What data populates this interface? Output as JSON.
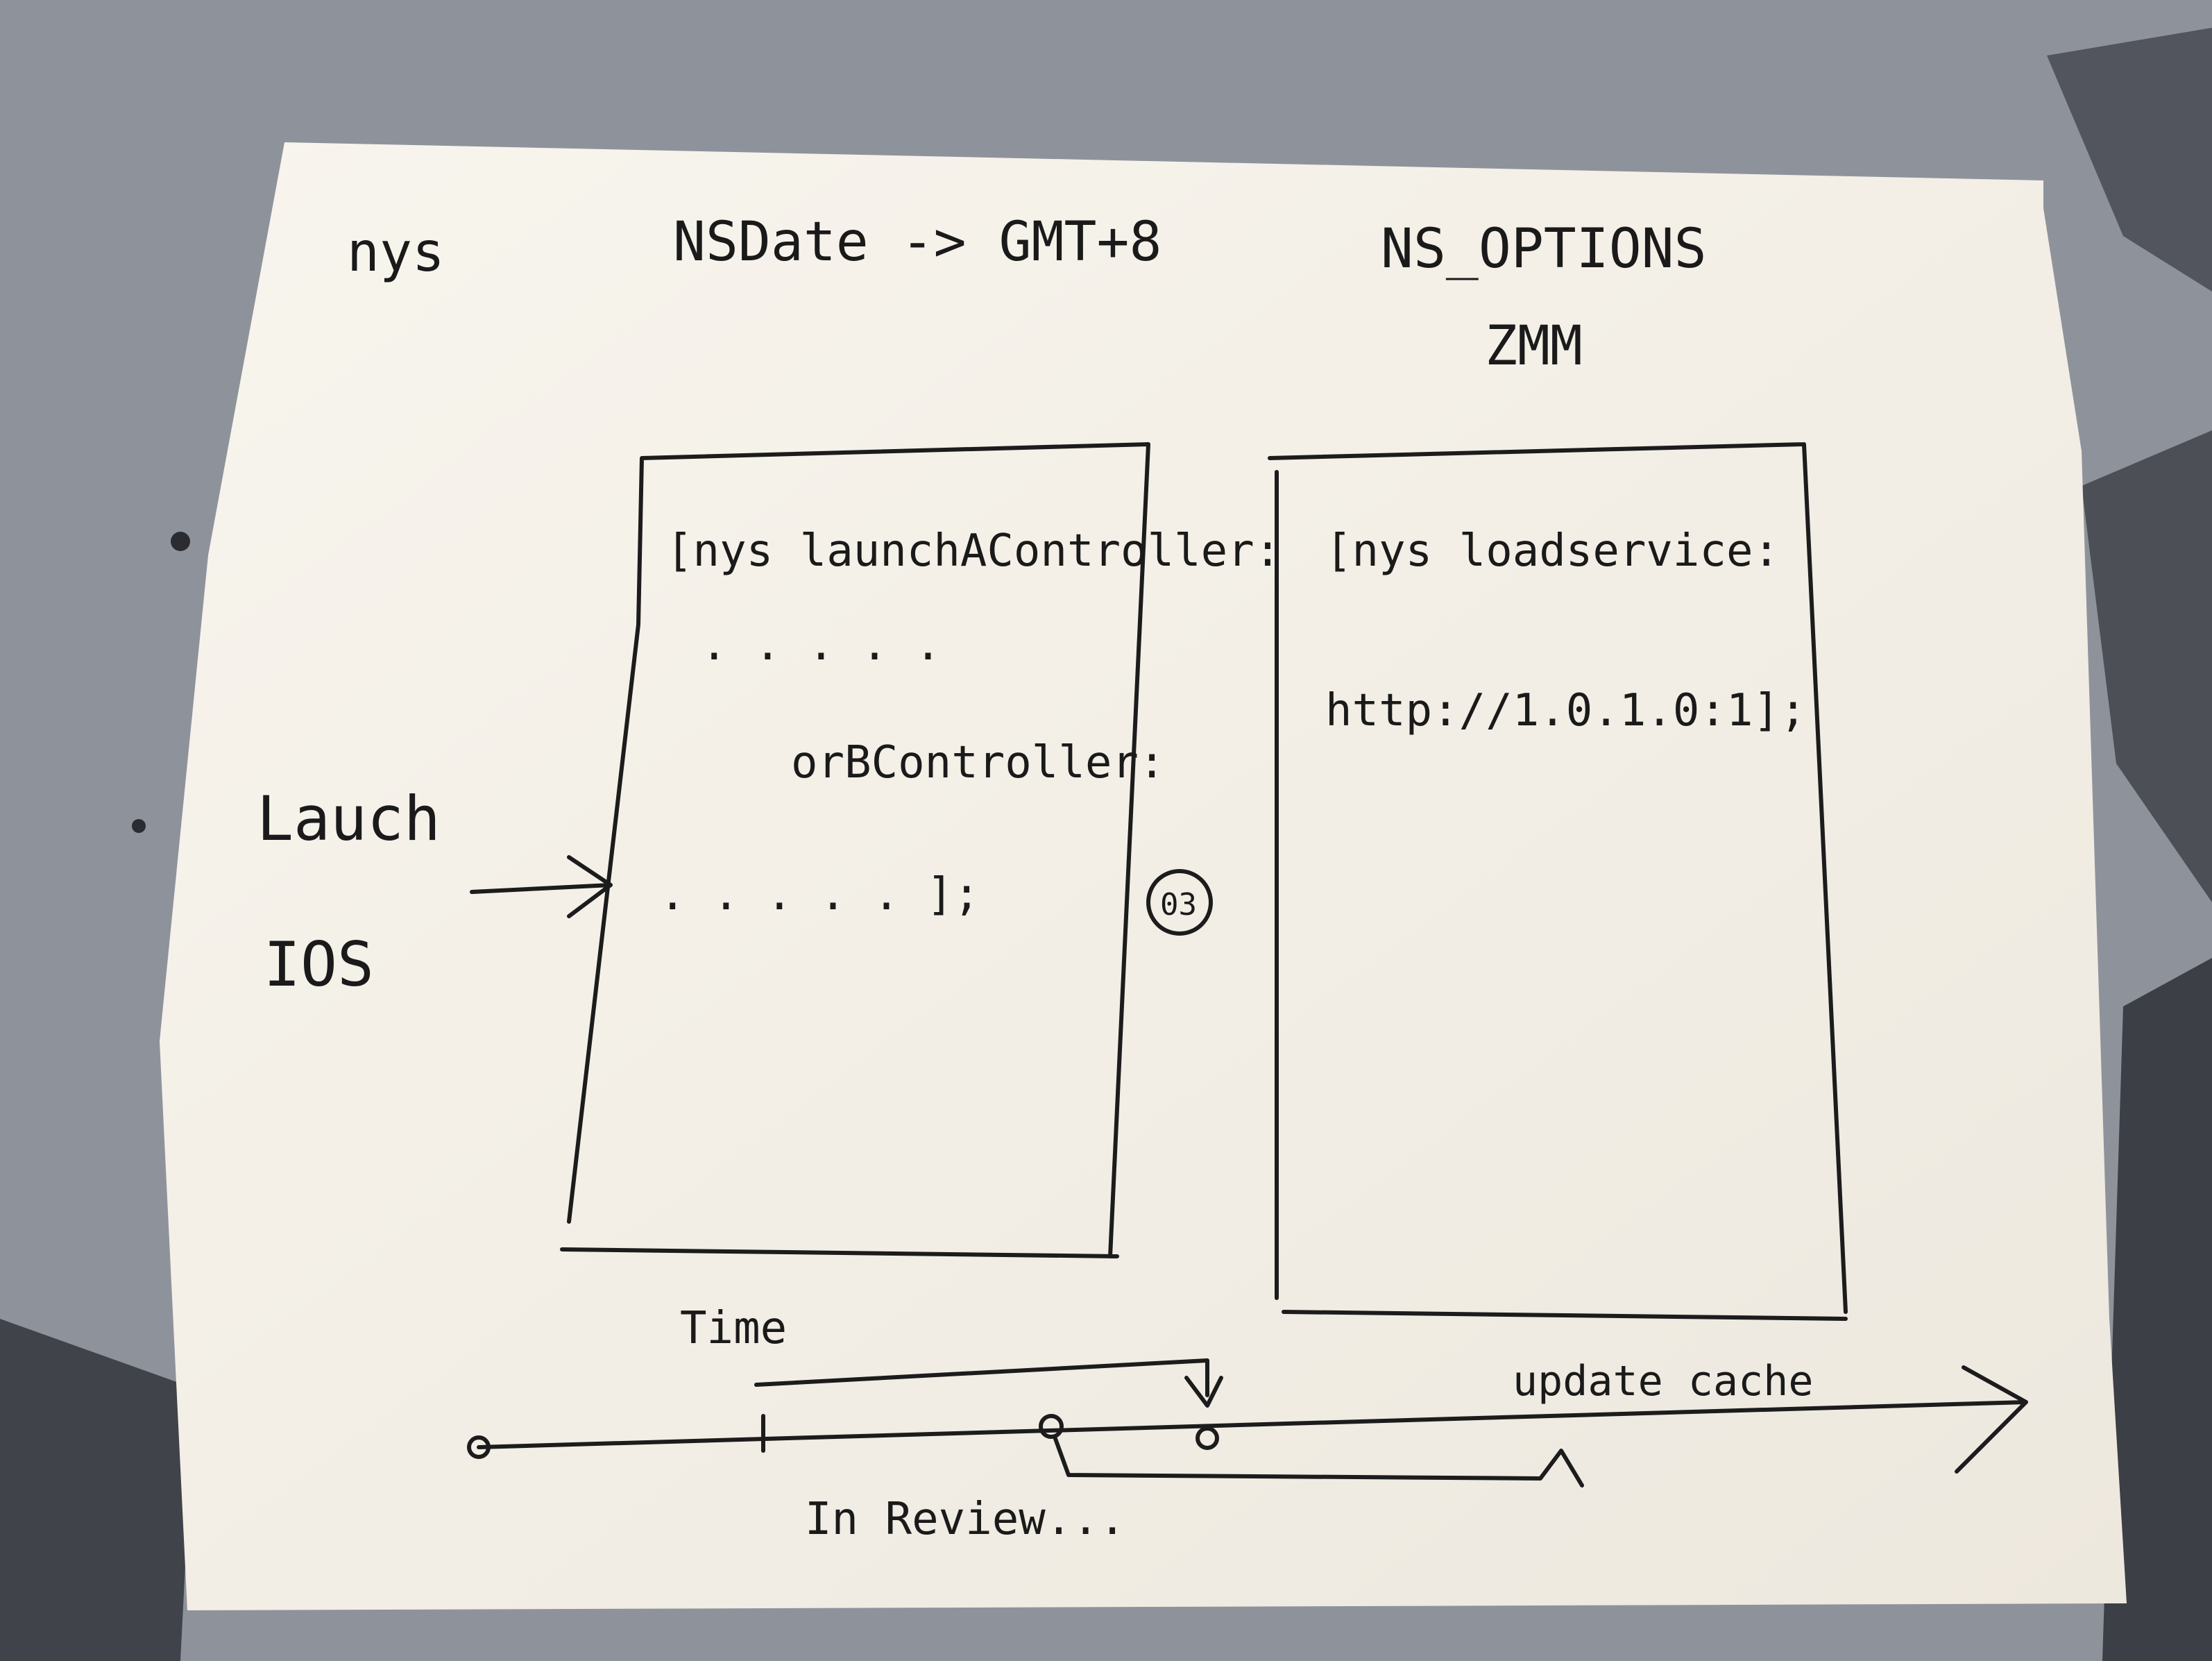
{
  "header": {
    "left_label": "nys",
    "center_label": "NSDate -> GMT+8",
    "right_label_line1": "NS_OPTIONS",
    "right_label_line2": "ZMM"
  },
  "left_panel": {
    "line1": "[nys launchAController:",
    "line2": ". . . . .",
    "line3": "orBController:",
    "line4": ". . . . . ];"
  },
  "right_panel": {
    "line1": "[nys loadservice:",
    "line2": "http://1.0.1.0:1];"
  },
  "launch_label": {
    "line1": "Lauch",
    "line2": "IOS"
  },
  "small_circle_label": "03",
  "timeline": {
    "time_label": "Time",
    "update_label": "update cache",
    "review_label": "In Review..."
  }
}
